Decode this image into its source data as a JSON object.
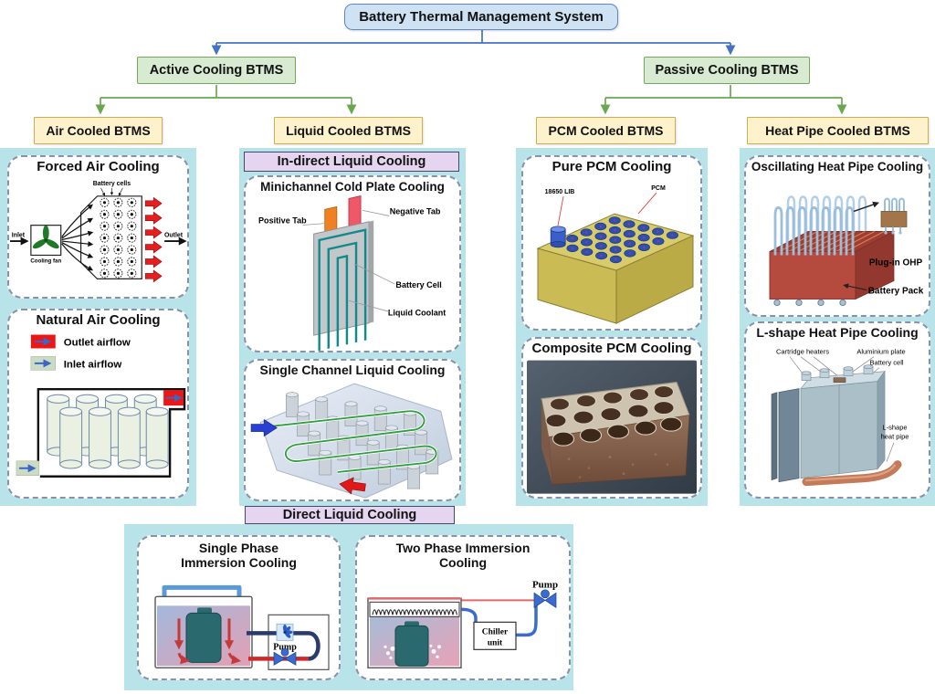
{
  "palette": {
    "root_fill": "#cfe2f3",
    "root_border": "#5b87c5",
    "branch_fill": "#d9ead3",
    "branch_border": "#76a85c",
    "category_fill": "#fdf2cb",
    "category_border": "#ccae55",
    "container_fill": "#b8e4e9",
    "header_fill": "#e6d5f0",
    "header_border": "#474766",
    "panel_border": "#8492ab",
    "blue_connector": "#4472c4",
    "green_connector": "#6aa84f"
  },
  "tree": {
    "root": "Battery Thermal Management System",
    "branches": [
      {
        "label": "Active Cooling BTMS"
      },
      {
        "label": "Passive Cooling BTMS"
      }
    ],
    "categories": [
      {
        "label": "Air Cooled BTMS"
      },
      {
        "label": "Liquid Cooled BTMS"
      },
      {
        "label": "PCM Cooled BTMS"
      },
      {
        "label": "Heat Pipe Cooled BTMS"
      }
    ],
    "sub_headers": {
      "indirect": "In-direct Liquid Cooling",
      "direct": "Direct Liquid Cooling"
    }
  },
  "panels": {
    "forced_air": {
      "title": "Forced Air Cooling",
      "labels": {
        "battery_cells": "Battery cells",
        "inlet": "Inlet",
        "cooling_fan": "Cooling fan",
        "outlet": "Outlet"
      }
    },
    "natural_air": {
      "title": "Natural Air Cooling",
      "legend": [
        {
          "label": "Outlet airflow"
        },
        {
          "label": "Inlet airflow"
        }
      ]
    },
    "minichannel": {
      "title": "Minichannel Cold Plate Cooling",
      "labels": {
        "positive_tab": "Positive Tab",
        "negative_tab": "Negative Tab",
        "battery_cell": "Battery Cell",
        "liquid_coolant": "Liquid Coolant"
      }
    },
    "single_channel": {
      "title": "Single Channel Liquid Cooling"
    },
    "pure_pcm": {
      "title": "Pure PCM Cooling",
      "labels": {
        "lib": "18650 LIB",
        "pcm": "PCM"
      }
    },
    "composite_pcm": {
      "title": "Composite PCM Cooling"
    },
    "oscillating_hp": {
      "title": "Oscillating Heat Pipe Cooling",
      "labels": {
        "plug_in": "Plug-in OHP",
        "battery_pack": "Battery Pack"
      }
    },
    "l_shape_hp": {
      "title": "L-shape Heat Pipe Cooling",
      "labels": {
        "cartridge_heaters": "Cartridge heaters",
        "aluminium_plate": "Aluminium plate",
        "battery_cell": "Battery cell",
        "pipe_line1": "L-shape",
        "pipe_line2": "heat pipe"
      }
    },
    "single_phase": {
      "title_line1": "Single Phase",
      "title_line2": "Immersion Cooling",
      "labels": {
        "pump": "Pump"
      }
    },
    "two_phase": {
      "title_line1": "Two Phase Immersion",
      "title_line2": "Cooling",
      "labels": {
        "pump": "Pump",
        "chiller_line1": "Chiller",
        "chiller_line2": "unit"
      }
    }
  }
}
